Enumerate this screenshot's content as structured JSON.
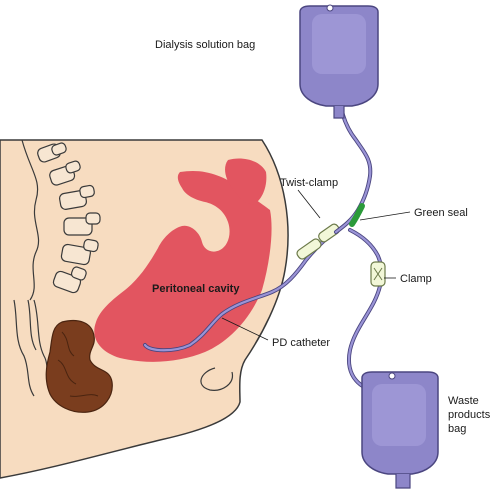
{
  "labels": {
    "dialysis_bag": "Dialysis solution bag",
    "twist_clamp": "Twist-clamp",
    "green_seal": "Green seal",
    "clamp": "Clamp",
    "peritoneal_cavity": "Peritoneal cavity",
    "pd_catheter": "PD catheter",
    "waste_bag": [
      "Waste",
      "products",
      "bag"
    ]
  },
  "colors": {
    "skin": "#f7dcc0",
    "skin_outline": "#3a3a3a",
    "cavity": "#e25560",
    "colon": "#7a3d1e",
    "bag_fill": "#8d86c9",
    "bag_outline": "#4b4680",
    "tube": "#8d86c9",
    "seal": "#2b9a3a",
    "clamp_fill": "#f2f7d8"
  }
}
